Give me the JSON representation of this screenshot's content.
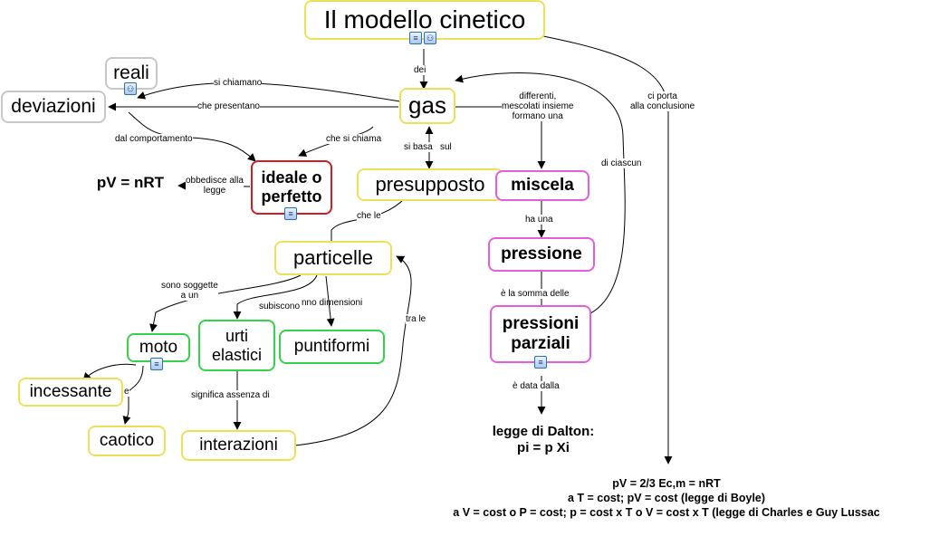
{
  "nodes": {
    "title": "Il modello cinetico",
    "gas": "gas",
    "reali": "reali",
    "deviazioni": "deviazioni",
    "ideale": "ideale o perfetto",
    "formula_ideal": "pV = nRT",
    "presupposto": "presupposto",
    "miscela": "miscela",
    "pressione": "pressione",
    "pressioni_parziali": "pressioni parziali",
    "particelle": "particelle",
    "moto": "moto",
    "urti": "urti elastici",
    "puntiformi": "puntiformi",
    "incessante": "incessante",
    "caotico": "caotico",
    "interazioni": "interazioni",
    "dalton_line1": "legge di Dalton:",
    "dalton_line2": "pi = p Xi",
    "conclusion_line1": "pV = 2/3 Ec,m = nRT",
    "conclusion_line2": "a T = cost; pV = cost (legge di Boyle)",
    "conclusion_line3": "a V = cost o P = cost; p = cost x T o V = cost x T (legge di Charles e Guy Lussac"
  },
  "links": {
    "dei": "dei",
    "si_chiamano": "si chiamano",
    "che_presentano": "che presentano",
    "dal_comportamento": "dal comportamento",
    "che_si_chiama": "che si chiama",
    "si_basa": "si basa",
    "sul": "sul",
    "differenti_1": "differenti,",
    "differenti_2": "mescolati insieme",
    "differenti_3": "formano una",
    "ci_porta_1": "ci porta",
    "ci_porta_2": "alla conclusione",
    "di_ciascun": "di ciascun",
    "obbedisce_1": "obbedisce alla",
    "obbedisce_2": "legge",
    "che_le": "che le",
    "ha_una": "ha una",
    "somma": "è la somma delle",
    "data_dalla": "è data dalla",
    "soggette_1": "sono soggette",
    "soggette_2": "a un",
    "subiscono": "subiscono",
    "dimensioni": "nno dimensioni",
    "tra_le": "tra le",
    "significa": "significa assenza di",
    "e": "e"
  },
  "colors": {
    "yellow": "#ece25a",
    "green": "#35d24a",
    "magenta": "#e35ddc",
    "red": "#cf1f25",
    "gray": "#c8c8c8"
  },
  "icons": [
    "notes-icon",
    "submap-icon"
  ]
}
